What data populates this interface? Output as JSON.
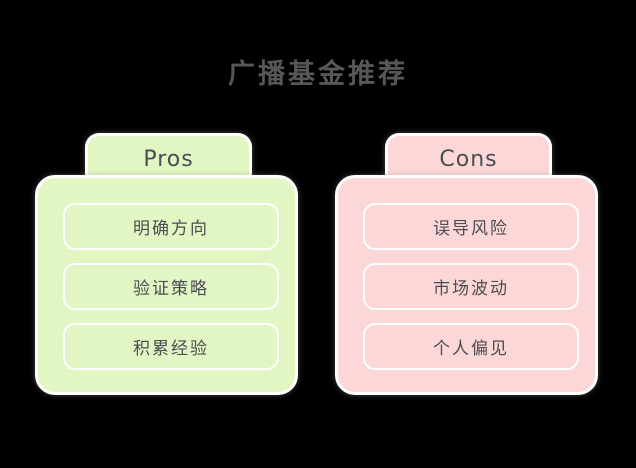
{
  "title": "广播基金推荐",
  "colors": {
    "background": "#000000",
    "title_text": "#575757",
    "pros_fill": "#e2f6c3",
    "cons_fill": "#fcd7d7",
    "border": "#ffffff",
    "card_text": "#4c4c52"
  },
  "pros": {
    "label": "Pros",
    "items": [
      "明确方向",
      "验证策略",
      "积累经验"
    ]
  },
  "cons": {
    "label": "Cons",
    "items": [
      "误导风险",
      "市场波动",
      "个人偏见"
    ]
  }
}
